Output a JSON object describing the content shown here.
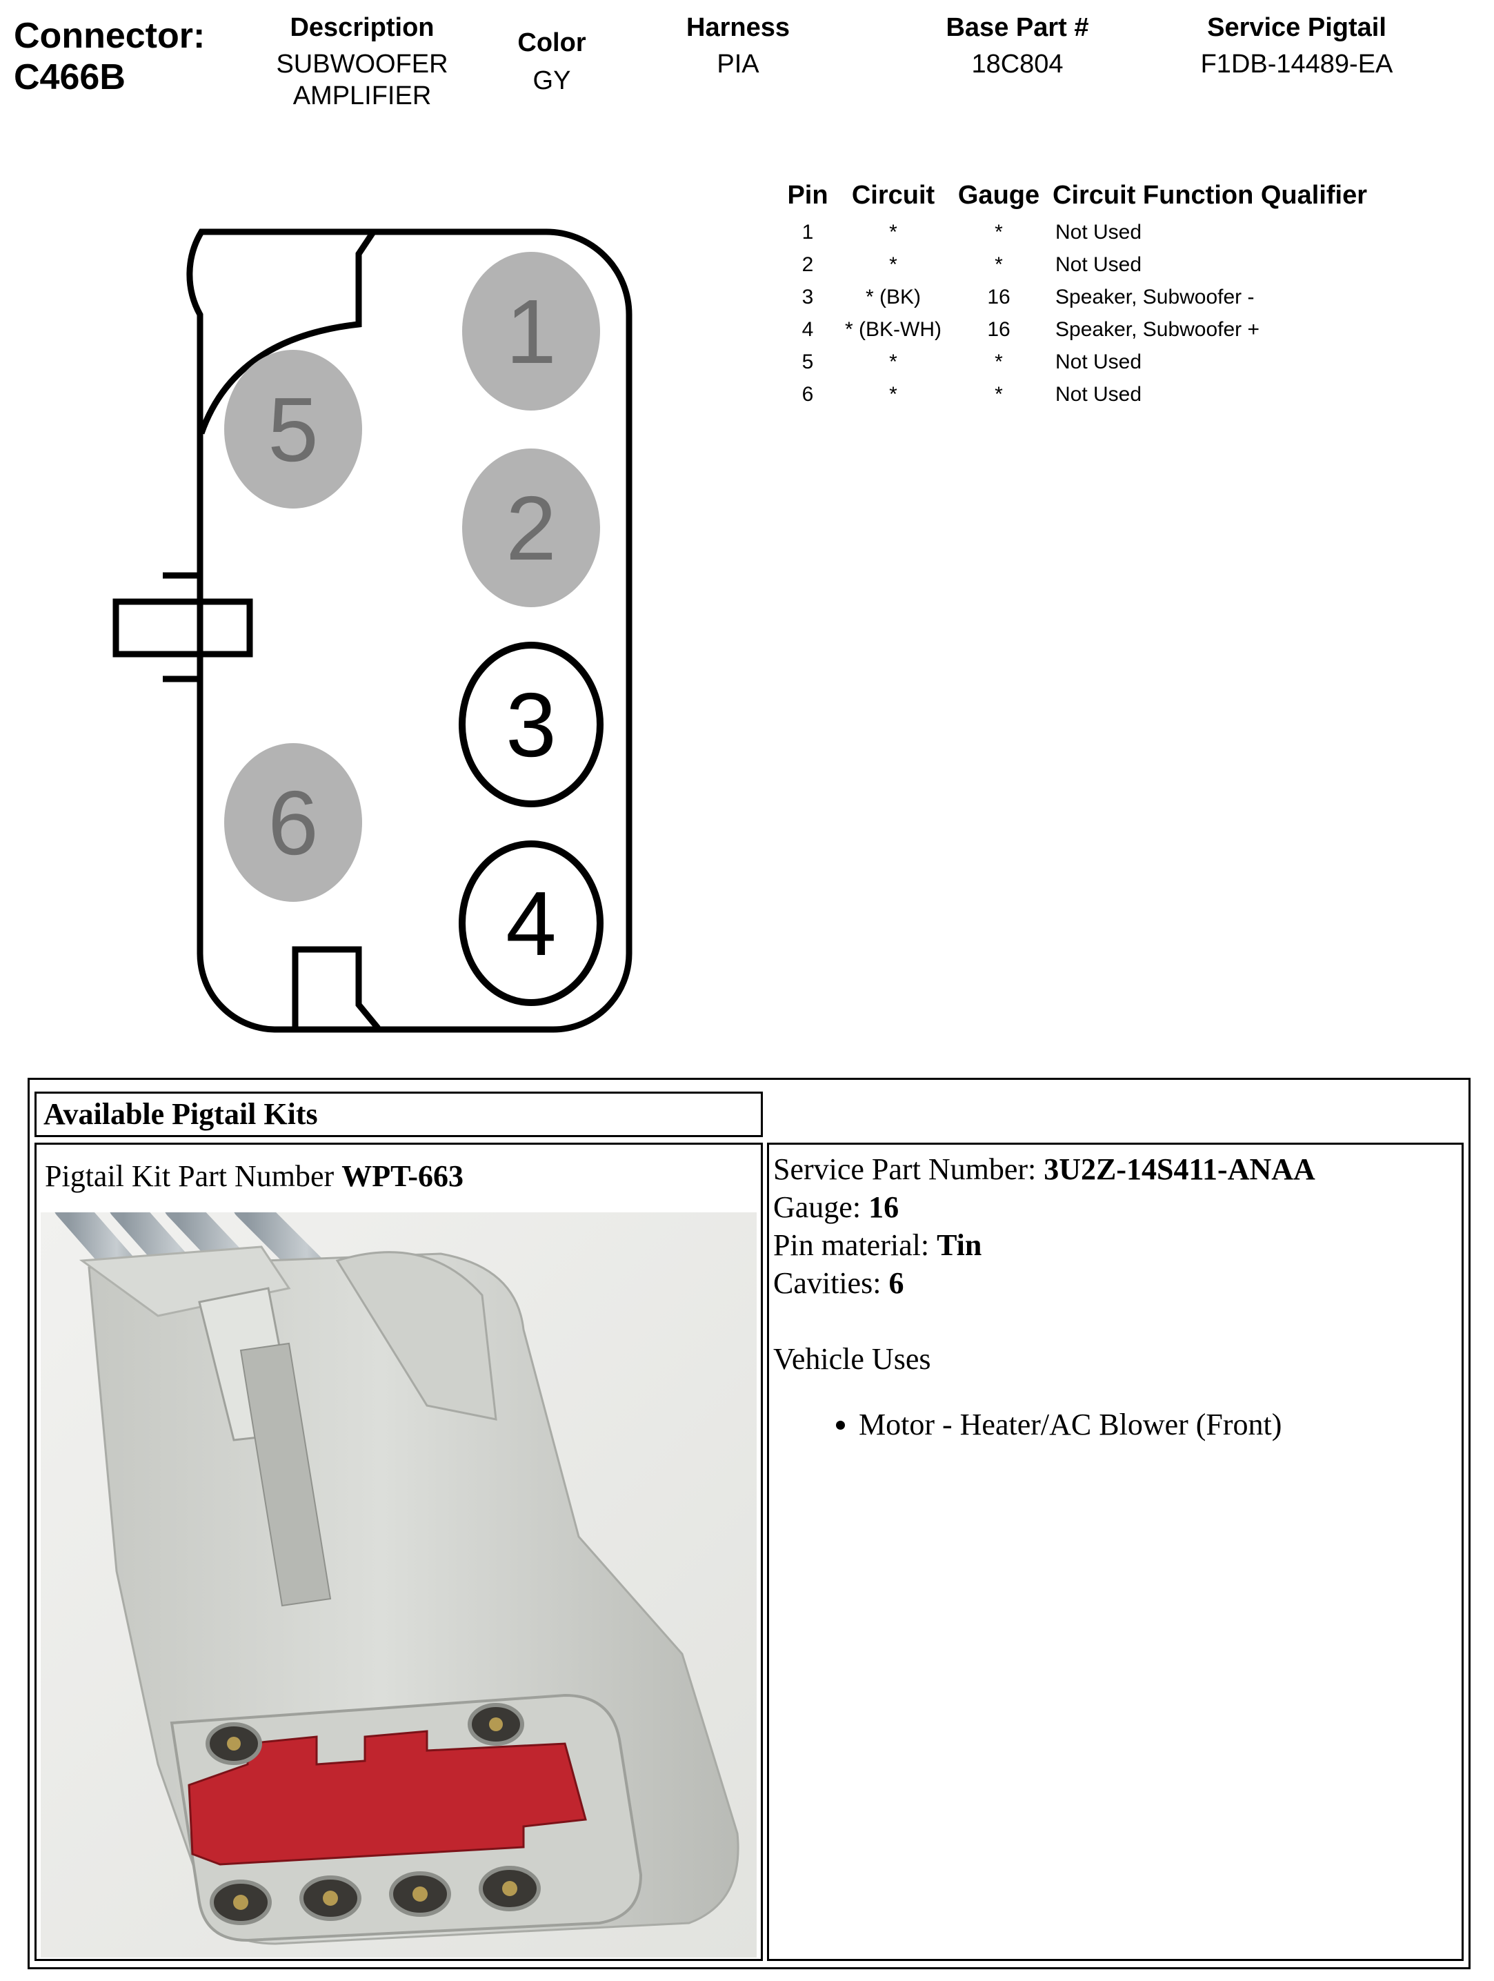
{
  "connector": {
    "label": "Connector:",
    "id": "C466B"
  },
  "header": {
    "description": {
      "label": "Description",
      "lines": [
        "SUBWOOFER",
        "AMPLIFIER"
      ]
    },
    "color": {
      "label": "Color",
      "value": "GY"
    },
    "harness": {
      "label": "Harness",
      "value": "PIA"
    },
    "base_part": {
      "label": "Base Part #",
      "value": "18C804"
    },
    "service_pigtail": {
      "label": "Service Pigtail",
      "value": "F1DB-14489-EA"
    }
  },
  "pin_table": {
    "headers": {
      "pin": "Pin",
      "circuit": "Circuit",
      "gauge": "Gauge",
      "function": "Circuit Function Qualifier"
    },
    "rows": [
      {
        "pin": "1",
        "circuit": "*",
        "gauge": "*",
        "function": "Not Used"
      },
      {
        "pin": "2",
        "circuit": "*",
        "gauge": "*",
        "function": "Not Used"
      },
      {
        "pin": "3",
        "circuit": "* (BK)",
        "gauge": "16",
        "function": "Speaker, Subwoofer -"
      },
      {
        "pin": "4",
        "circuit": "* (BK-WH)",
        "gauge": "16",
        "function": "Speaker, Subwoofer +"
      },
      {
        "pin": "5",
        "circuit": "*",
        "gauge": "*",
        "function": "Not Used"
      },
      {
        "pin": "6",
        "circuit": "*",
        "gauge": "*",
        "function": "Not Used"
      }
    ]
  },
  "diagram": {
    "pins": [
      {
        "label": "1",
        "used": false
      },
      {
        "label": "2",
        "used": false
      },
      {
        "label": "3",
        "used": true
      },
      {
        "label": "4",
        "used": true
      },
      {
        "label": "5",
        "used": false
      },
      {
        "label": "6",
        "used": false
      }
    ],
    "colors": {
      "unused_fill": "#b3b3b3",
      "unused_text": "#6e6e6e",
      "outline": "#000000"
    }
  },
  "pigtail": {
    "section_title": "Available Pigtail Kits",
    "kit_label": "Pigtail Kit Part Number",
    "kit_number": "WPT-663",
    "service_part_label": "Service Part Number:",
    "service_part_value": "3U2Z-14S411-ANAA",
    "gauge_label": "Gauge:",
    "gauge_value": "16",
    "pin_material_label": "Pin material:",
    "pin_material_value": "Tin",
    "cavities_label": "Cavities:",
    "cavities_value": "6",
    "vehicle_uses_label": "Vehicle Uses",
    "vehicle_uses": [
      "Motor - Heater/AC Blower (Front)"
    ],
    "colors": {
      "connector_body": "#d4d6d2",
      "lock": "#c0252e"
    }
  }
}
